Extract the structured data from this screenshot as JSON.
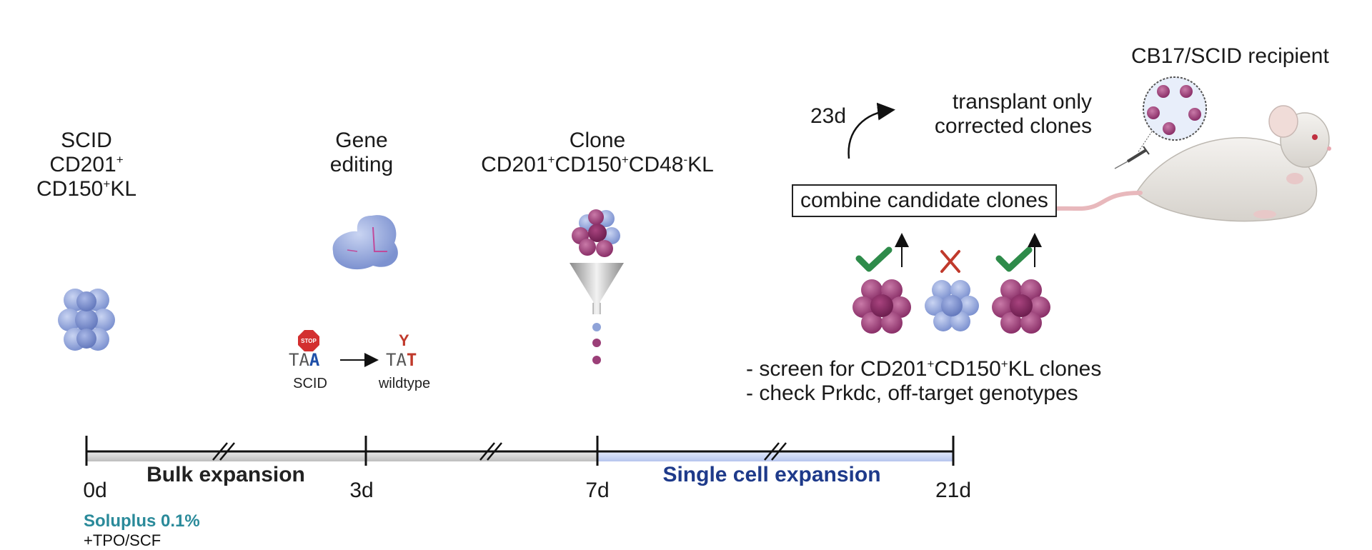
{
  "stages": {
    "start": {
      "line1": "SCID",
      "line2": "CD201",
      "line2_sup": "+",
      "line3_pre": "CD150",
      "line3_sup": "+",
      "line3_post": "KL"
    },
    "editing": {
      "line1": "Gene",
      "line2": "editing"
    },
    "clone": {
      "line1": "Clone",
      "p1": "CD201",
      "s1": "+",
      "p2": "CD150",
      "s2": "+",
      "p3": "CD48",
      "s3": "-",
      "p4": "KL"
    }
  },
  "mutation": {
    "stop_label": "STOP",
    "codon_from_prefix": "TA",
    "codon_from_last": "A",
    "codon_to_prefix": "TA",
    "codon_to_last": "T",
    "residue": "Y",
    "from_label": "SCID",
    "to_label": "wildtype"
  },
  "screening": {
    "combine_label": "combine candidate clones",
    "screen_line1_pre": "- screen for CD201",
    "screen_line1_s1": "+",
    "screen_line1_mid": "CD150",
    "screen_line1_s2": "+",
    "screen_line1_post": "KL clones",
    "screen_line2": "- check Prkdc, off-target genotypes",
    "clone_marks": [
      "check",
      "cross",
      "check"
    ]
  },
  "transplant": {
    "day": "23d",
    "line1": "transplant only",
    "line2": "corrected clones",
    "recipient": "CB17/SCID recipient"
  },
  "timeline": {
    "ticks": [
      "0d",
      "3d",
      "7d",
      "21d"
    ],
    "phase_bulk": "Bulk expansion",
    "phase_single": "Single cell expansion",
    "culture_line1": "Soluplus 0.1%",
    "culture_line2": "+TPO/SCF"
  },
  "colors": {
    "hsc_blue": "#8fa3d8",
    "clone_purple": "#9b3f78",
    "bulk_bar": "#d9d9d9",
    "single_bar": "#c8d3f0",
    "single_text": "#1e3a8a",
    "soluplus_text": "#2a8a9a",
    "check_green": "#2e8b4a",
    "cross_red": "#c0392b"
  }
}
